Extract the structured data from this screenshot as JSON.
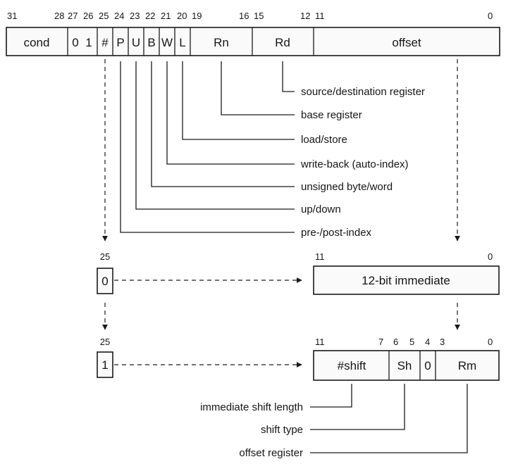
{
  "main_word": {
    "bit_numbers": [
      "31",
      "28",
      "27",
      "26",
      "25",
      "24",
      "23",
      "22",
      "21",
      "20",
      "19",
      "16",
      "15",
      "12",
      "11",
      "0"
    ],
    "fields": [
      "cond",
      "0",
      "1",
      "#",
      "P",
      "U",
      "B",
      "W",
      "L",
      "Rn",
      "Rd",
      "offset"
    ]
  },
  "callouts": [
    "source/destination register",
    "base register",
    "load/store",
    "write-back (auto-index)",
    "unsigned byte/word",
    "up/down",
    "pre-/post-index"
  ],
  "immediate_form": {
    "bit_hash_number": "25",
    "hash_value": "0",
    "bits_hi": "11",
    "bits_lo": "0",
    "field": "12-bit immediate"
  },
  "register_form": {
    "bit_hash_number": "25",
    "hash_value": "1",
    "bit_numbers": [
      "11",
      "7",
      "6",
      "5",
      "4",
      "3",
      "0"
    ],
    "fields": [
      "#shift",
      "Sh",
      "0",
      "Rm"
    ],
    "callouts": [
      "immediate shift length",
      "shift type",
      "offset register"
    ]
  }
}
